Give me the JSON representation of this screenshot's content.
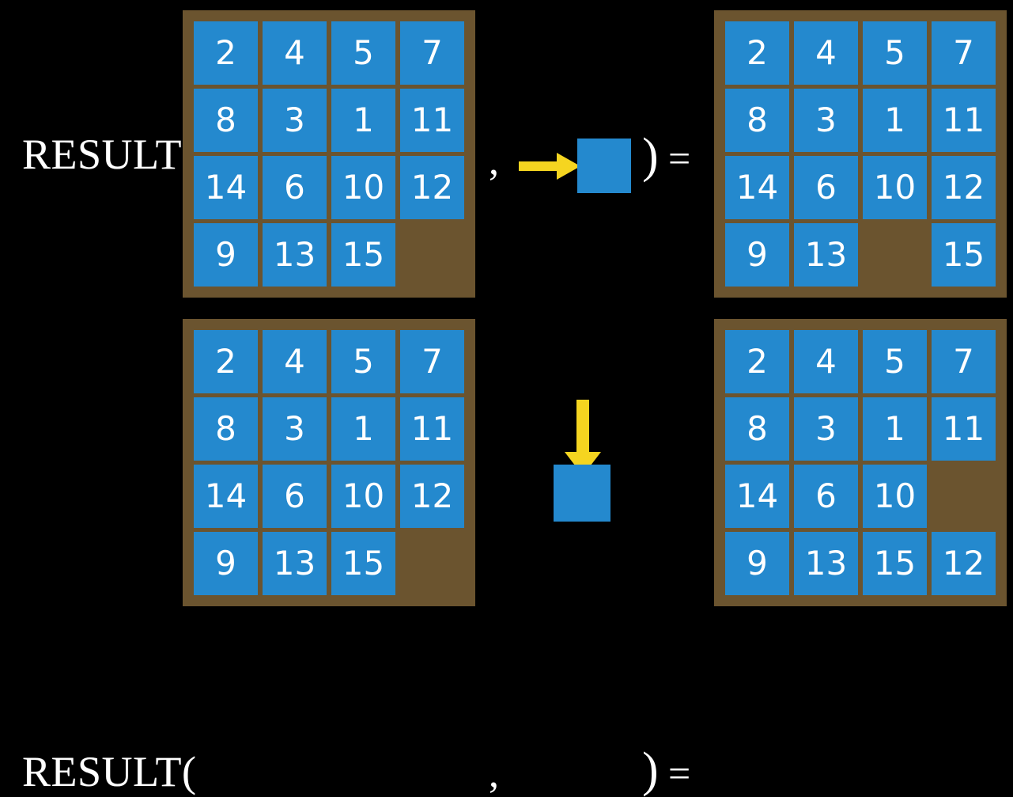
{
  "figure": {
    "title": "RESULT function applied to 15-puzzle states",
    "background_color": "#000000",
    "tile_color": "#2489ce",
    "board_color": "#6b542f",
    "arrow_color": "#f5d520",
    "text_color": "#ffffff"
  },
  "symbols": {
    "result_label": "RESULT(",
    "comma": ",",
    "close_paren": ")",
    "equals": "="
  },
  "rows": [
    {
      "id": "row-1",
      "action_name": "move-blank-right",
      "arrow_direction": "right",
      "state_before": {
        "rows": 4,
        "cols": 4,
        "tiles": [
          [
            "2",
            "4",
            "5",
            "7"
          ],
          [
            "8",
            "3",
            "1",
            "11"
          ],
          [
            "14",
            "6",
            "10",
            "12"
          ],
          [
            "9",
            "13",
            "15",
            ""
          ]
        ]
      },
      "state_after": {
        "rows": 4,
        "cols": 4,
        "tiles": [
          [
            "2",
            "4",
            "5",
            "7"
          ],
          [
            "8",
            "3",
            "1",
            "11"
          ],
          [
            "14",
            "6",
            "10",
            "12"
          ],
          [
            "9",
            "13",
            "",
            "15"
          ]
        ]
      }
    },
    {
      "id": "row-2",
      "action_name": "move-blank-down",
      "arrow_direction": "down",
      "state_before": {
        "rows": 4,
        "cols": 4,
        "tiles": [
          [
            "2",
            "4",
            "5",
            "7"
          ],
          [
            "8",
            "3",
            "1",
            "11"
          ],
          [
            "14",
            "6",
            "10",
            "12"
          ],
          [
            "9",
            "13",
            "15",
            ""
          ]
        ]
      },
      "state_after": {
        "rows": 4,
        "cols": 4,
        "tiles": [
          [
            "2",
            "4",
            "5",
            "7"
          ],
          [
            "8",
            "3",
            "1",
            "11"
          ],
          [
            "14",
            "6",
            "10",
            ""
          ],
          [
            "9",
            "13",
            "15",
            "12"
          ]
        ]
      }
    }
  ]
}
